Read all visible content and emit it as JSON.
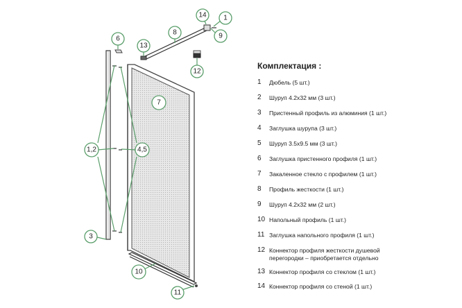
{
  "list": {
    "title": "Комплектация :",
    "items": [
      {
        "num": "1",
        "text": "Дюбель (5 шт.)"
      },
      {
        "num": "2",
        "text": "Шуруп 4.2х32 мм (3 шт.)"
      },
      {
        "num": "3",
        "text": "Пристенный профиль из алюминия (1 шт.)"
      },
      {
        "num": "4",
        "text": "Заглушка шурупа (3 шт.)"
      },
      {
        "num": "5",
        "text": "Шуруп 3.5х9.5 мм (3 шт.)"
      },
      {
        "num": "6",
        "text": "Заглушка пристенного профиля (1 шт.)"
      },
      {
        "num": "7",
        "text": "Закаленное стекло с профилем (1 шт.)"
      },
      {
        "num": "8",
        "text": "Профиль жесткости (1 шт.)"
      },
      {
        "num": "9",
        "text": "Шуруп 4.2х32 мм (2 шт.)"
      },
      {
        "num": "10",
        "text": "Напольный профиль (1 шт.)"
      },
      {
        "num": "11",
        "text": "Заглушка напольного профиля (1 шт.)"
      },
      {
        "num": "12",
        "text": "Коннектор профиля жесткости душевой",
        "text2": "перегородки – приобретается отдельно"
      },
      {
        "num": "13",
        "text": "Коннектор профиля со стеклом (1 шт.)"
      },
      {
        "num": "14",
        "text": "Коннектор профиля со стеной (1 шт.)"
      }
    ]
  },
  "callouts": [
    "1",
    "9",
    "14",
    "8",
    "6",
    "13",
    "12",
    "7",
    "1,2",
    "4,5",
    "3",
    "10",
    "11"
  ],
  "colors": {
    "accent": "#5a9e6a",
    "frame": "#444444",
    "glass": "#e6e6e6"
  }
}
